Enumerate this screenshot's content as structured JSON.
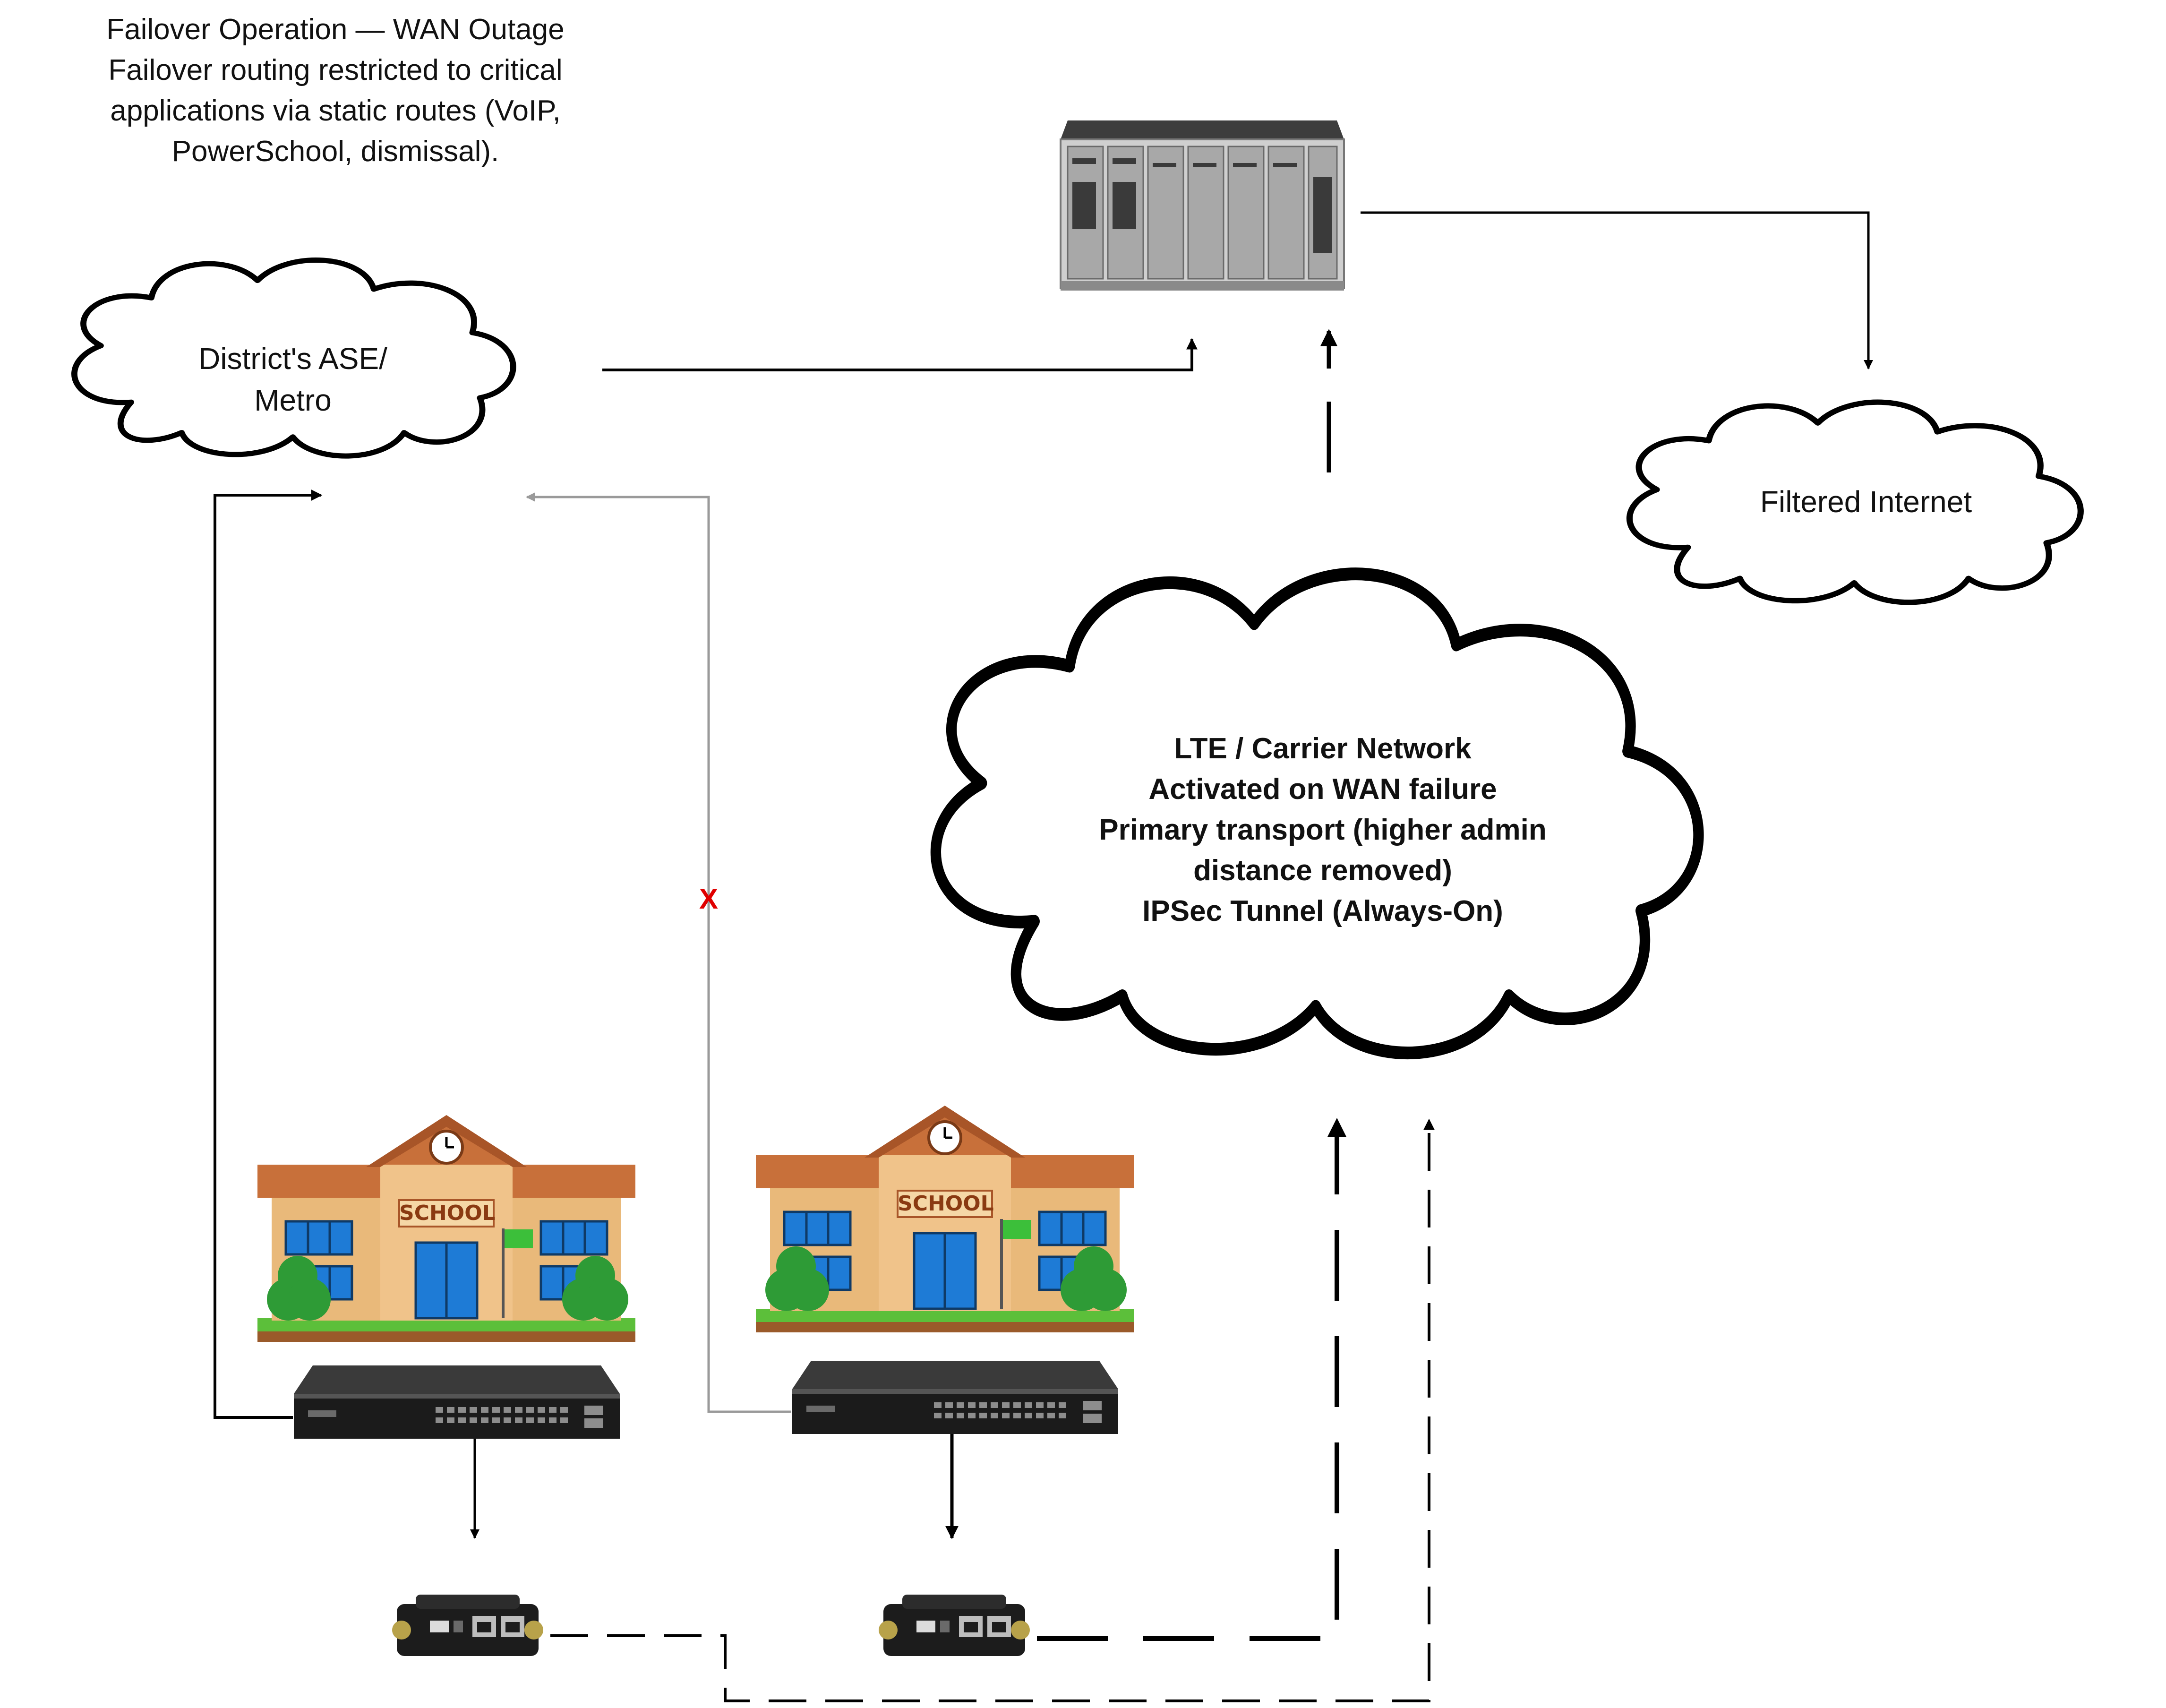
{
  "title": {
    "line1": "Failover Operation — WAN Outage",
    "line2": "Failover routing restricted to critical",
    "line3": "applications via static routes (VoIP,",
    "line4": "PowerSchool, dismissal)."
  },
  "clouds": {
    "district": {
      "line1": "District's ASE/",
      "line2": "Metro"
    },
    "internet": {
      "label": "Filtered Internet"
    },
    "lte": {
      "line1": "LTE / Carrier Network",
      "line2": "Activated on WAN failure",
      "line3": "Primary transport (higher admin",
      "line4": "distance removed)",
      "line5": "IPSec Tunnel (Always-On)"
    }
  },
  "schools": {
    "sign": "SCHOOL"
  },
  "failure_mark": "X",
  "icons": {
    "core": "chassis-switch-icon",
    "school": "school-building-icon",
    "switch": "access-switch-icon",
    "router": "lte-router-icon",
    "cloud": "cloud-icon"
  },
  "colors": {
    "line": "#000000",
    "failed_link": "#a0a0a0",
    "failure_mark": "#e00000",
    "wall": "#e9b97a",
    "roof": "#c8703a",
    "window": "#1e7bd6",
    "tree": "#2e9b36",
    "grass": "#5cbf3a"
  }
}
